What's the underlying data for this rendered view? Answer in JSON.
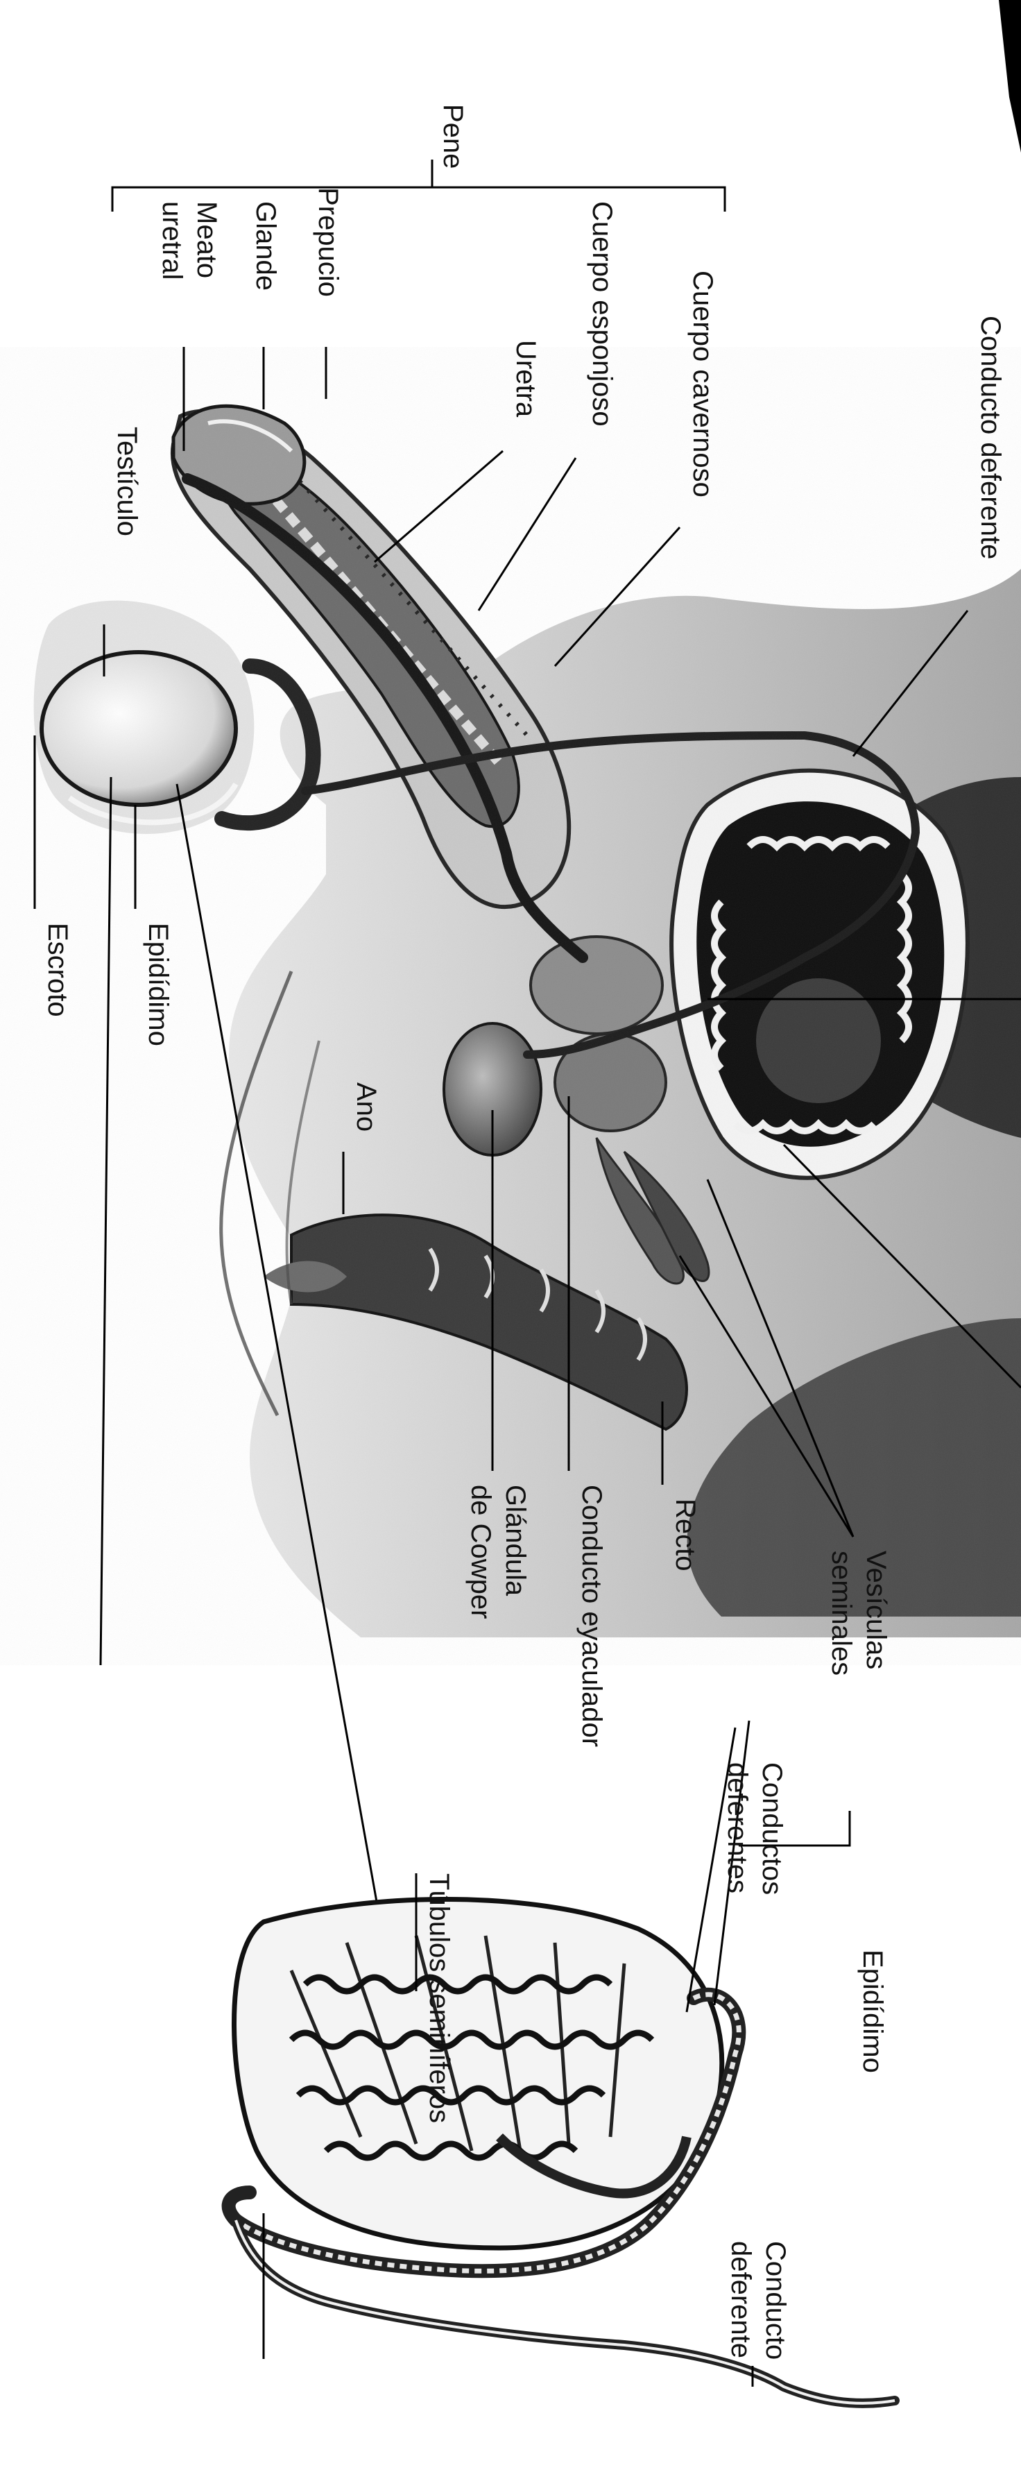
{
  "diagram": {
    "main_labels": {
      "pene": "Pene",
      "prepucio": "Prepucio",
      "glande": "Glande",
      "meato_line1": "Meato",
      "meato_line2": "uretral",
      "cuerpo_cavernoso": "Cuerpo cavernoso",
      "cuerpo_esponjoso": "Cuerpo esponjoso",
      "uretra": "Uretra",
      "conducto_deferente": "Conducto deferente",
      "testiculo": "Testículo",
      "escroto": "Escroto",
      "epididimo": "Epidídimo",
      "ano": "Ano",
      "glandula_line1": "Glándula",
      "glandula_line2": "de Cowper",
      "conducto_eyaculador": "Conducto eyaculador",
      "recto": "Recto",
      "vesiculas_line1": "Vesículas",
      "vesiculas_line2": "seminales"
    },
    "inset_labels": {
      "conductos_line1": "Conductos",
      "conductos_line2": "deferentes",
      "epididimo": "Epidídimo",
      "tubulos": "Túbulos seminíferos",
      "conducto_line1": "Conducto",
      "conducto_line2": "deferente"
    }
  }
}
